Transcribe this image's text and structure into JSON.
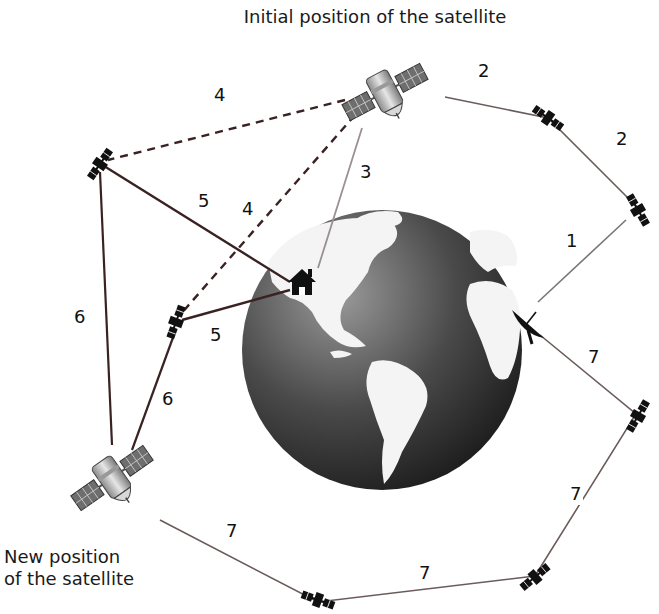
{
  "diagram": {
    "nodes": [
      {
        "text": [
          "Initial position of the satellite"
        ]
      },
      {
        "text": [
          "New position of the satellite"
        ]
      }
    ],
    "labels": [
      "4",
      "2",
      "2",
      "3",
      "5",
      "4",
      "1",
      "6",
      "5",
      "7",
      "6",
      "7",
      "7",
      "7"
    ]
  }
}
